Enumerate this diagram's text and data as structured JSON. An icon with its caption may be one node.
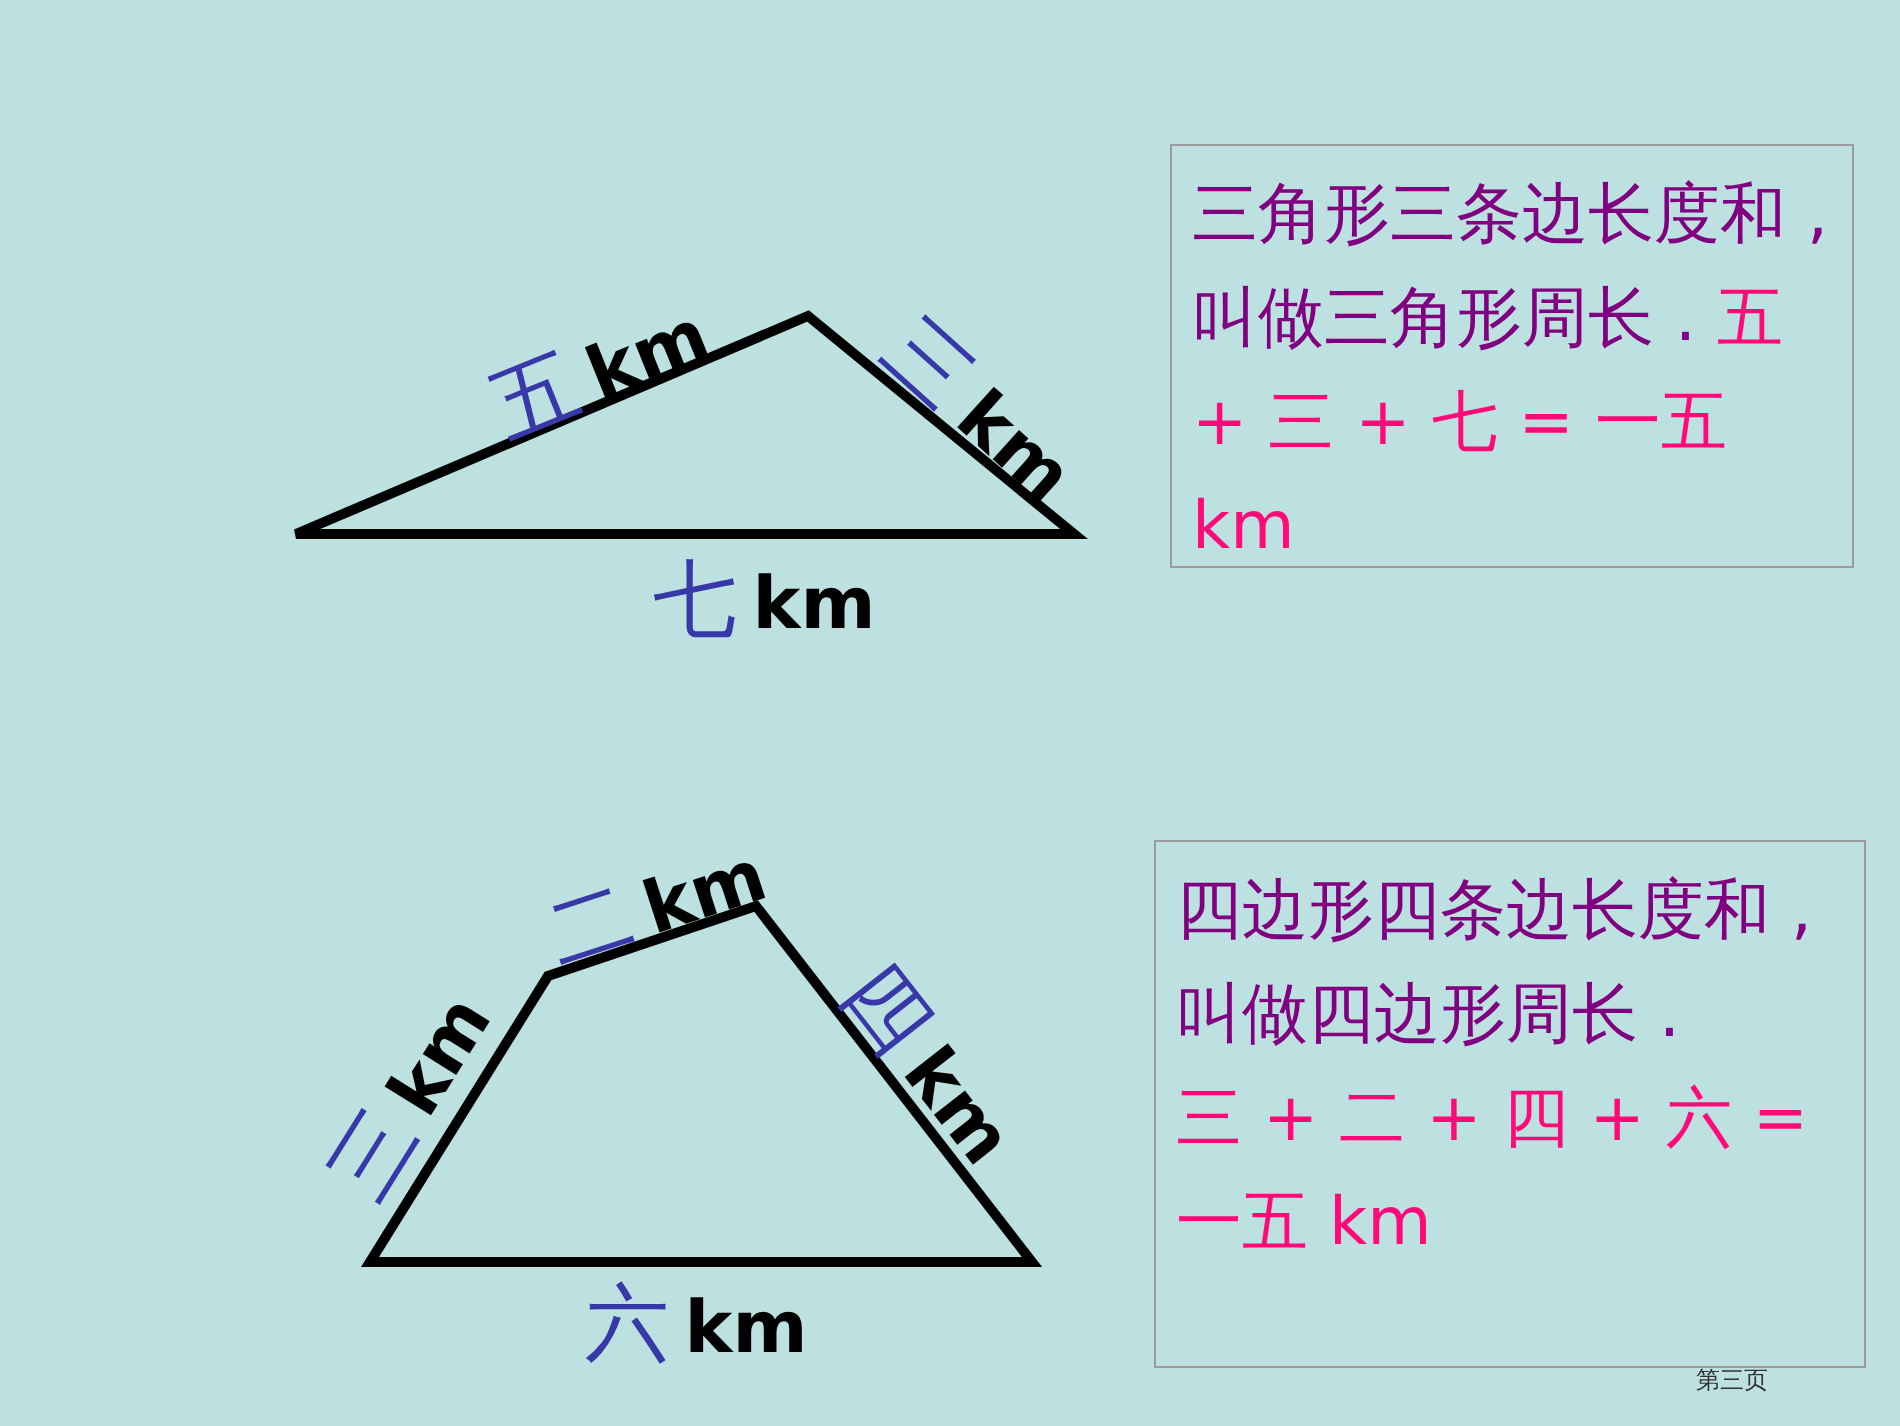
{
  "diagram": {
    "nodes": [
      {
        "text": [
          "三角形三条边长度和 , 叫做三角形周长 .",
          "五 + 三 + 七 = 一五 km"
        ]
      },
      {
        "text": [
          "四边形四条边长度和 , 叫做四边形周长 .",
          "三 + 二 + 四 + 六 = 一五 km"
        ]
      }
    ],
    "labels": [
      "五 km",
      "三 km",
      "七 km",
      "二 km",
      "四 km",
      "三 km",
      "六 km",
      "第三页"
    ]
  }
}
